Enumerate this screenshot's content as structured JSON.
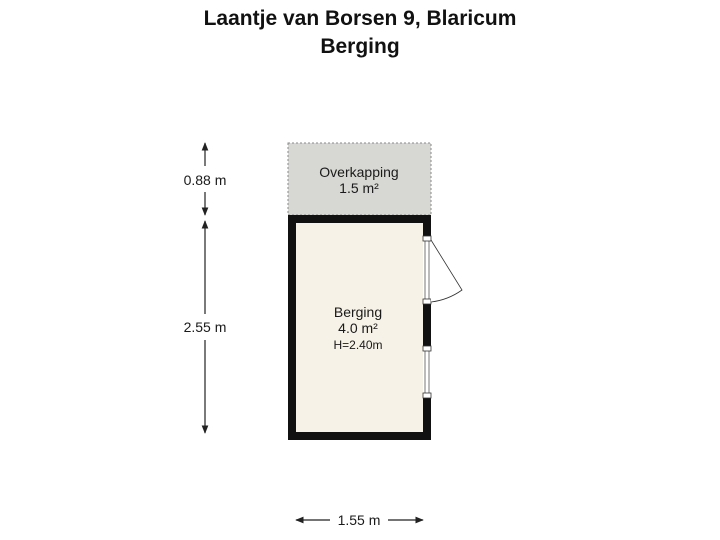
{
  "title": {
    "address": "Laantje van Borsen 9, Blaricum",
    "floor": "Berging"
  },
  "rooms": [
    {
      "name": "Overkapping",
      "area": "1.5 m²",
      "height": ""
    },
    {
      "name": "Berging",
      "area": "4.0 m²",
      "height": "H=2.40m"
    }
  ],
  "dimensions": {
    "overkapping_depth": "0.88 m",
    "berging_depth": "2.55 m",
    "width": "1.55 m"
  },
  "colors": {
    "wall": "#111111",
    "room_fill": "#f6f2e7",
    "covered_fill": "#d7d7d3",
    "dimension_line": "#222222"
  }
}
